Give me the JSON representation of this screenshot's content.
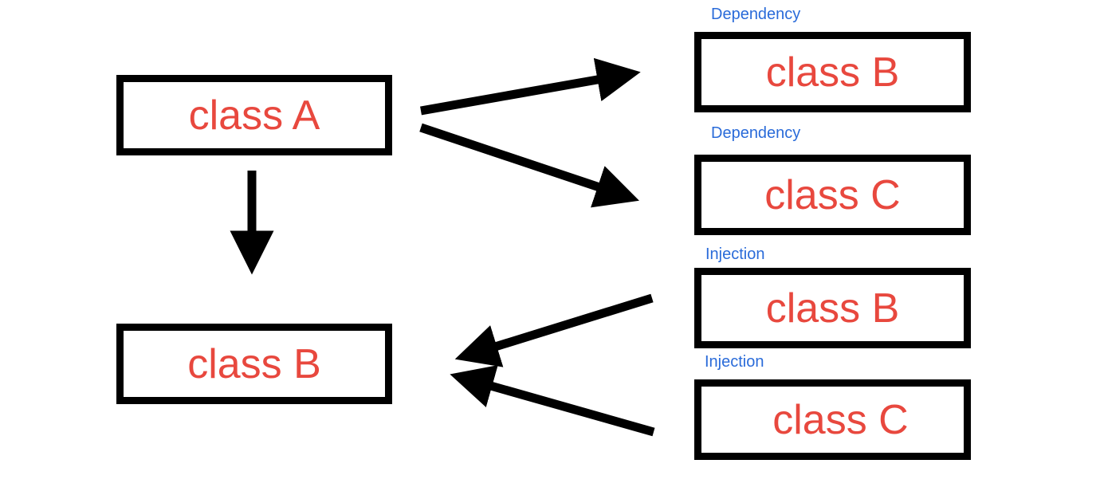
{
  "nodes": {
    "class_a": "class A",
    "class_b_left": "class B",
    "dep_class_b": "class B",
    "dep_class_c": "class C",
    "inj_class_b": "class B",
    "inj_class_c": "class C"
  },
  "labels": {
    "dependency_1": "Dependency",
    "dependency_2": "Dependency",
    "injection_1": "Injection",
    "injection_2": "Injection"
  },
  "colors": {
    "node_text": "#e8483e",
    "label_text": "#2a6bd9",
    "stroke": "#000000"
  }
}
